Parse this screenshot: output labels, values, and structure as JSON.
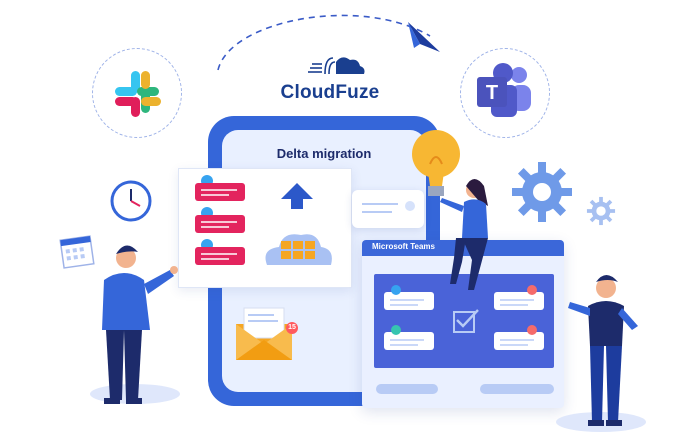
{
  "brand": {
    "name": "CloudFuze"
  },
  "phone": {
    "title": "Delta migration"
  },
  "teams_card": {
    "title": "Microsoft Teams"
  },
  "mail_badge": "15",
  "icons": {
    "slack": "slack-logo-icon",
    "teams": "teams-logo-icon",
    "arrow": "paper-plane-icon",
    "gear": "gear-icon",
    "bulb": "lightbulb-icon",
    "clock": "clock-icon",
    "calendar": "calendar-icon",
    "mail": "envelope-icon",
    "upload": "upload-arrow-icon",
    "cloud": "cloud-icon",
    "check": "checkbox-icon"
  },
  "colors": {
    "primary_blue": "#3566d9",
    "dark_navy": "#1d2b6b",
    "slack_pink": "#e3245e",
    "mail_orange": "#f5a623",
    "bulb_yellow": "#f7b733",
    "gear_blue": "#6f9ae8"
  }
}
